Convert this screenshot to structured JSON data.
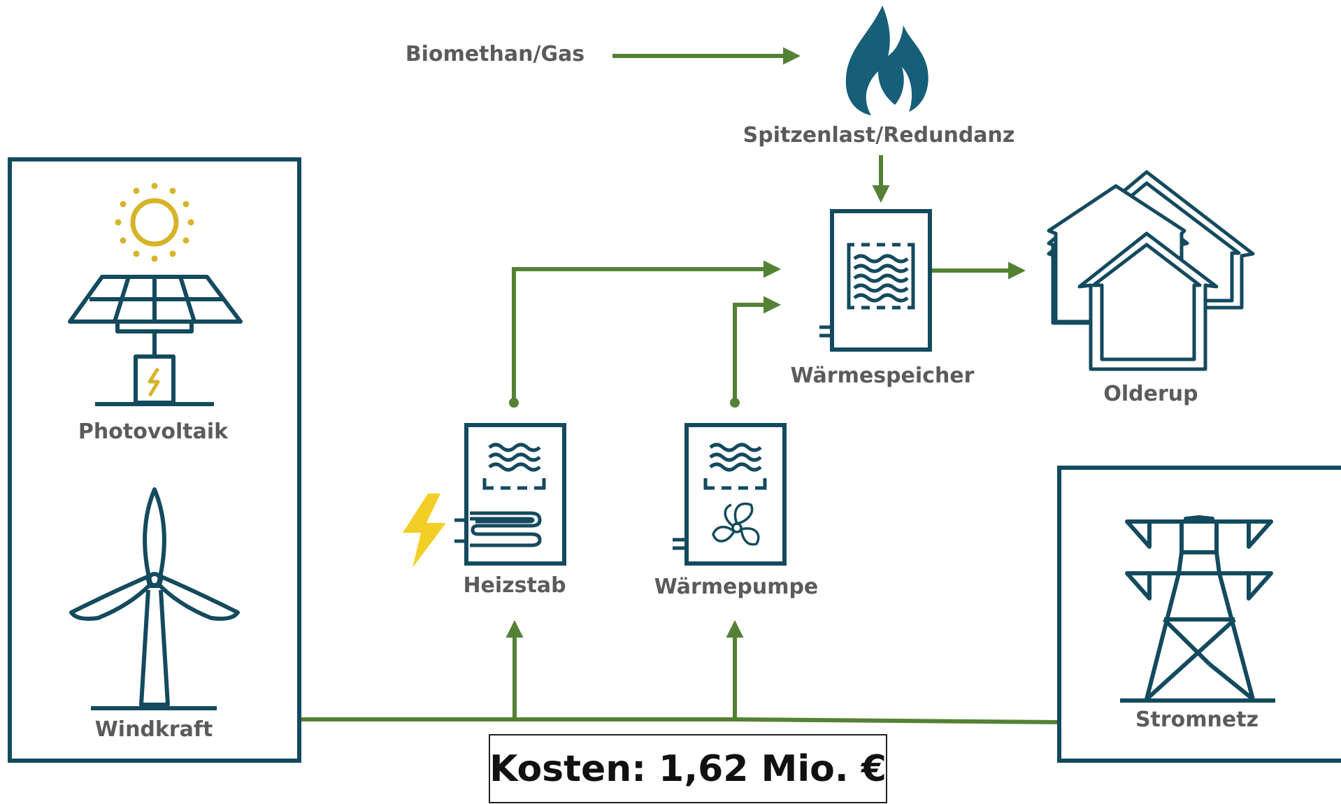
{
  "labels": {
    "biomethan": "Biomethan/Gas",
    "spitzenlast": "Spitzenlast/Redundanz",
    "waermespeicher": "Wärmespeicher",
    "olderup": "Olderup",
    "photovoltaik": "Photovoltaik",
    "windkraft": "Windkraft",
    "heizstab": "Heizstab",
    "waermepumpe": "Wärmepumpe",
    "stromnetz": "Stromnetz"
  },
  "cost": {
    "text": "Kosten: 1,62 Mio. €"
  },
  "colors": {
    "line_green": "#548235",
    "icon_teal": "#144a5e",
    "flame": "#175e78",
    "sun": "#d6b42a",
    "bolt": "#f2cf26",
    "label_gray": "#5b5b5b"
  }
}
